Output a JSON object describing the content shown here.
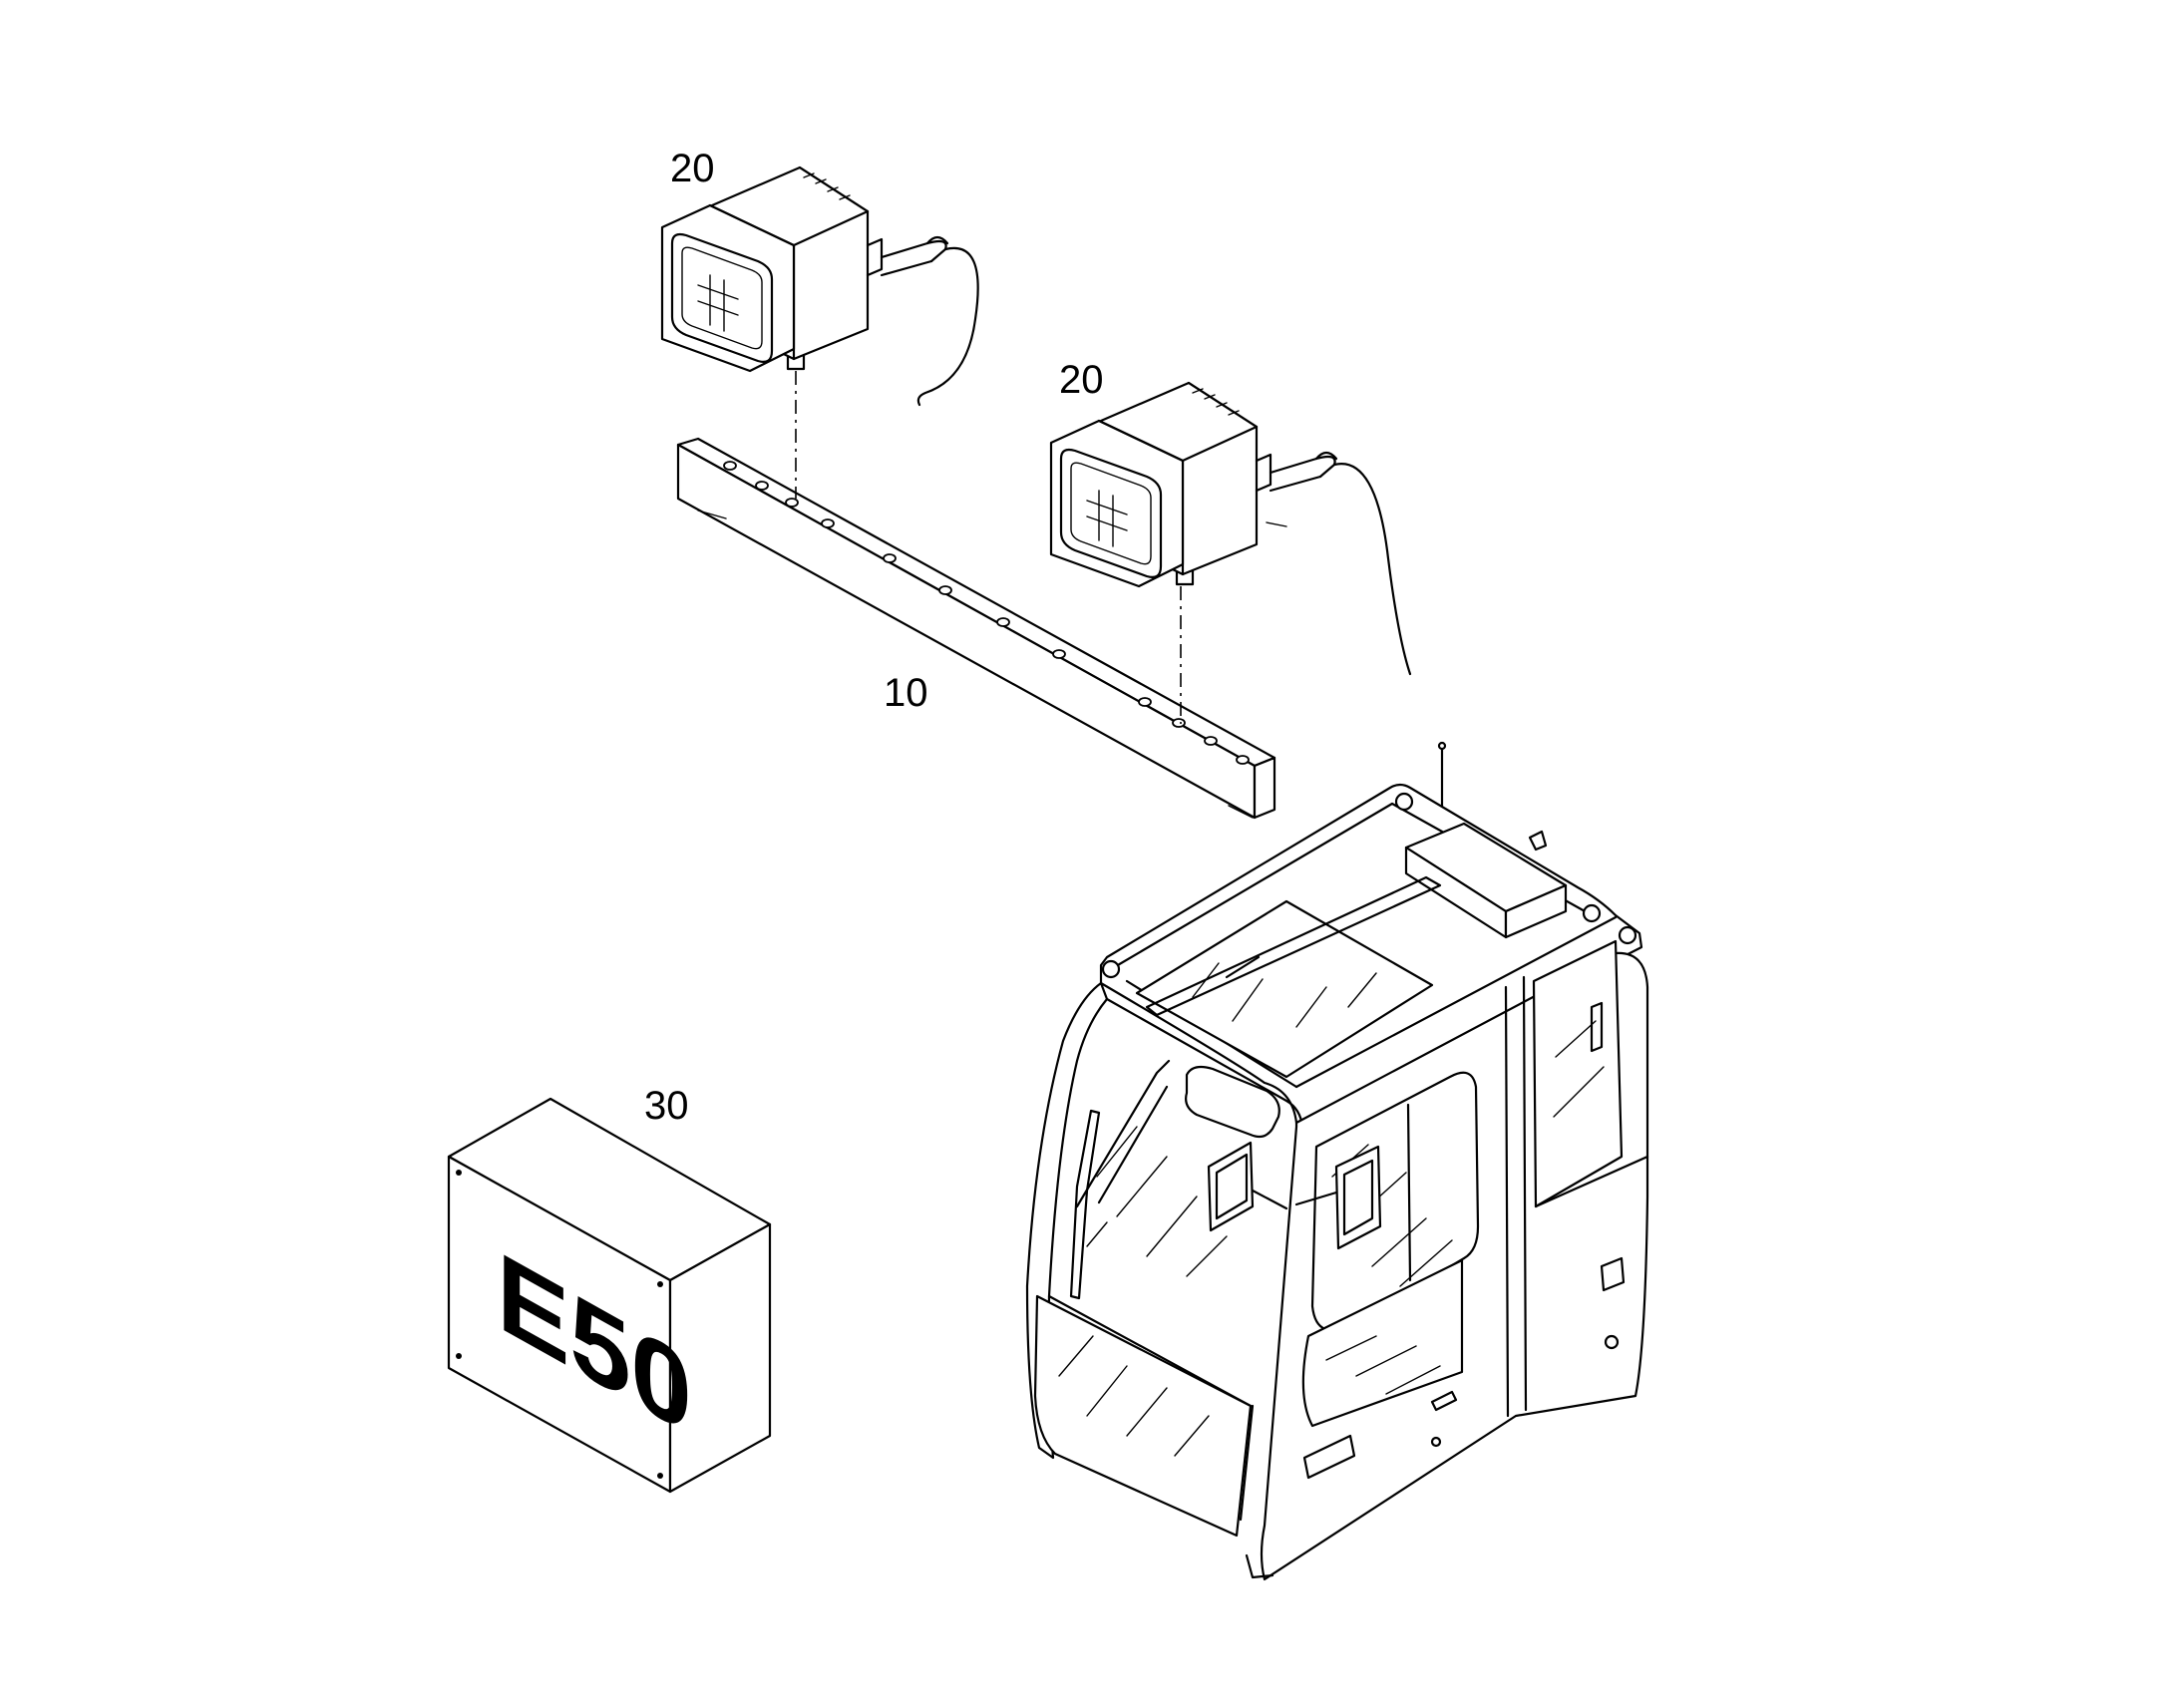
{
  "labels": {
    "bar": "10",
    "lamp_left": "20",
    "lamp_right": "20",
    "kit_box": "30"
  },
  "kit_box_marking": "E50"
}
